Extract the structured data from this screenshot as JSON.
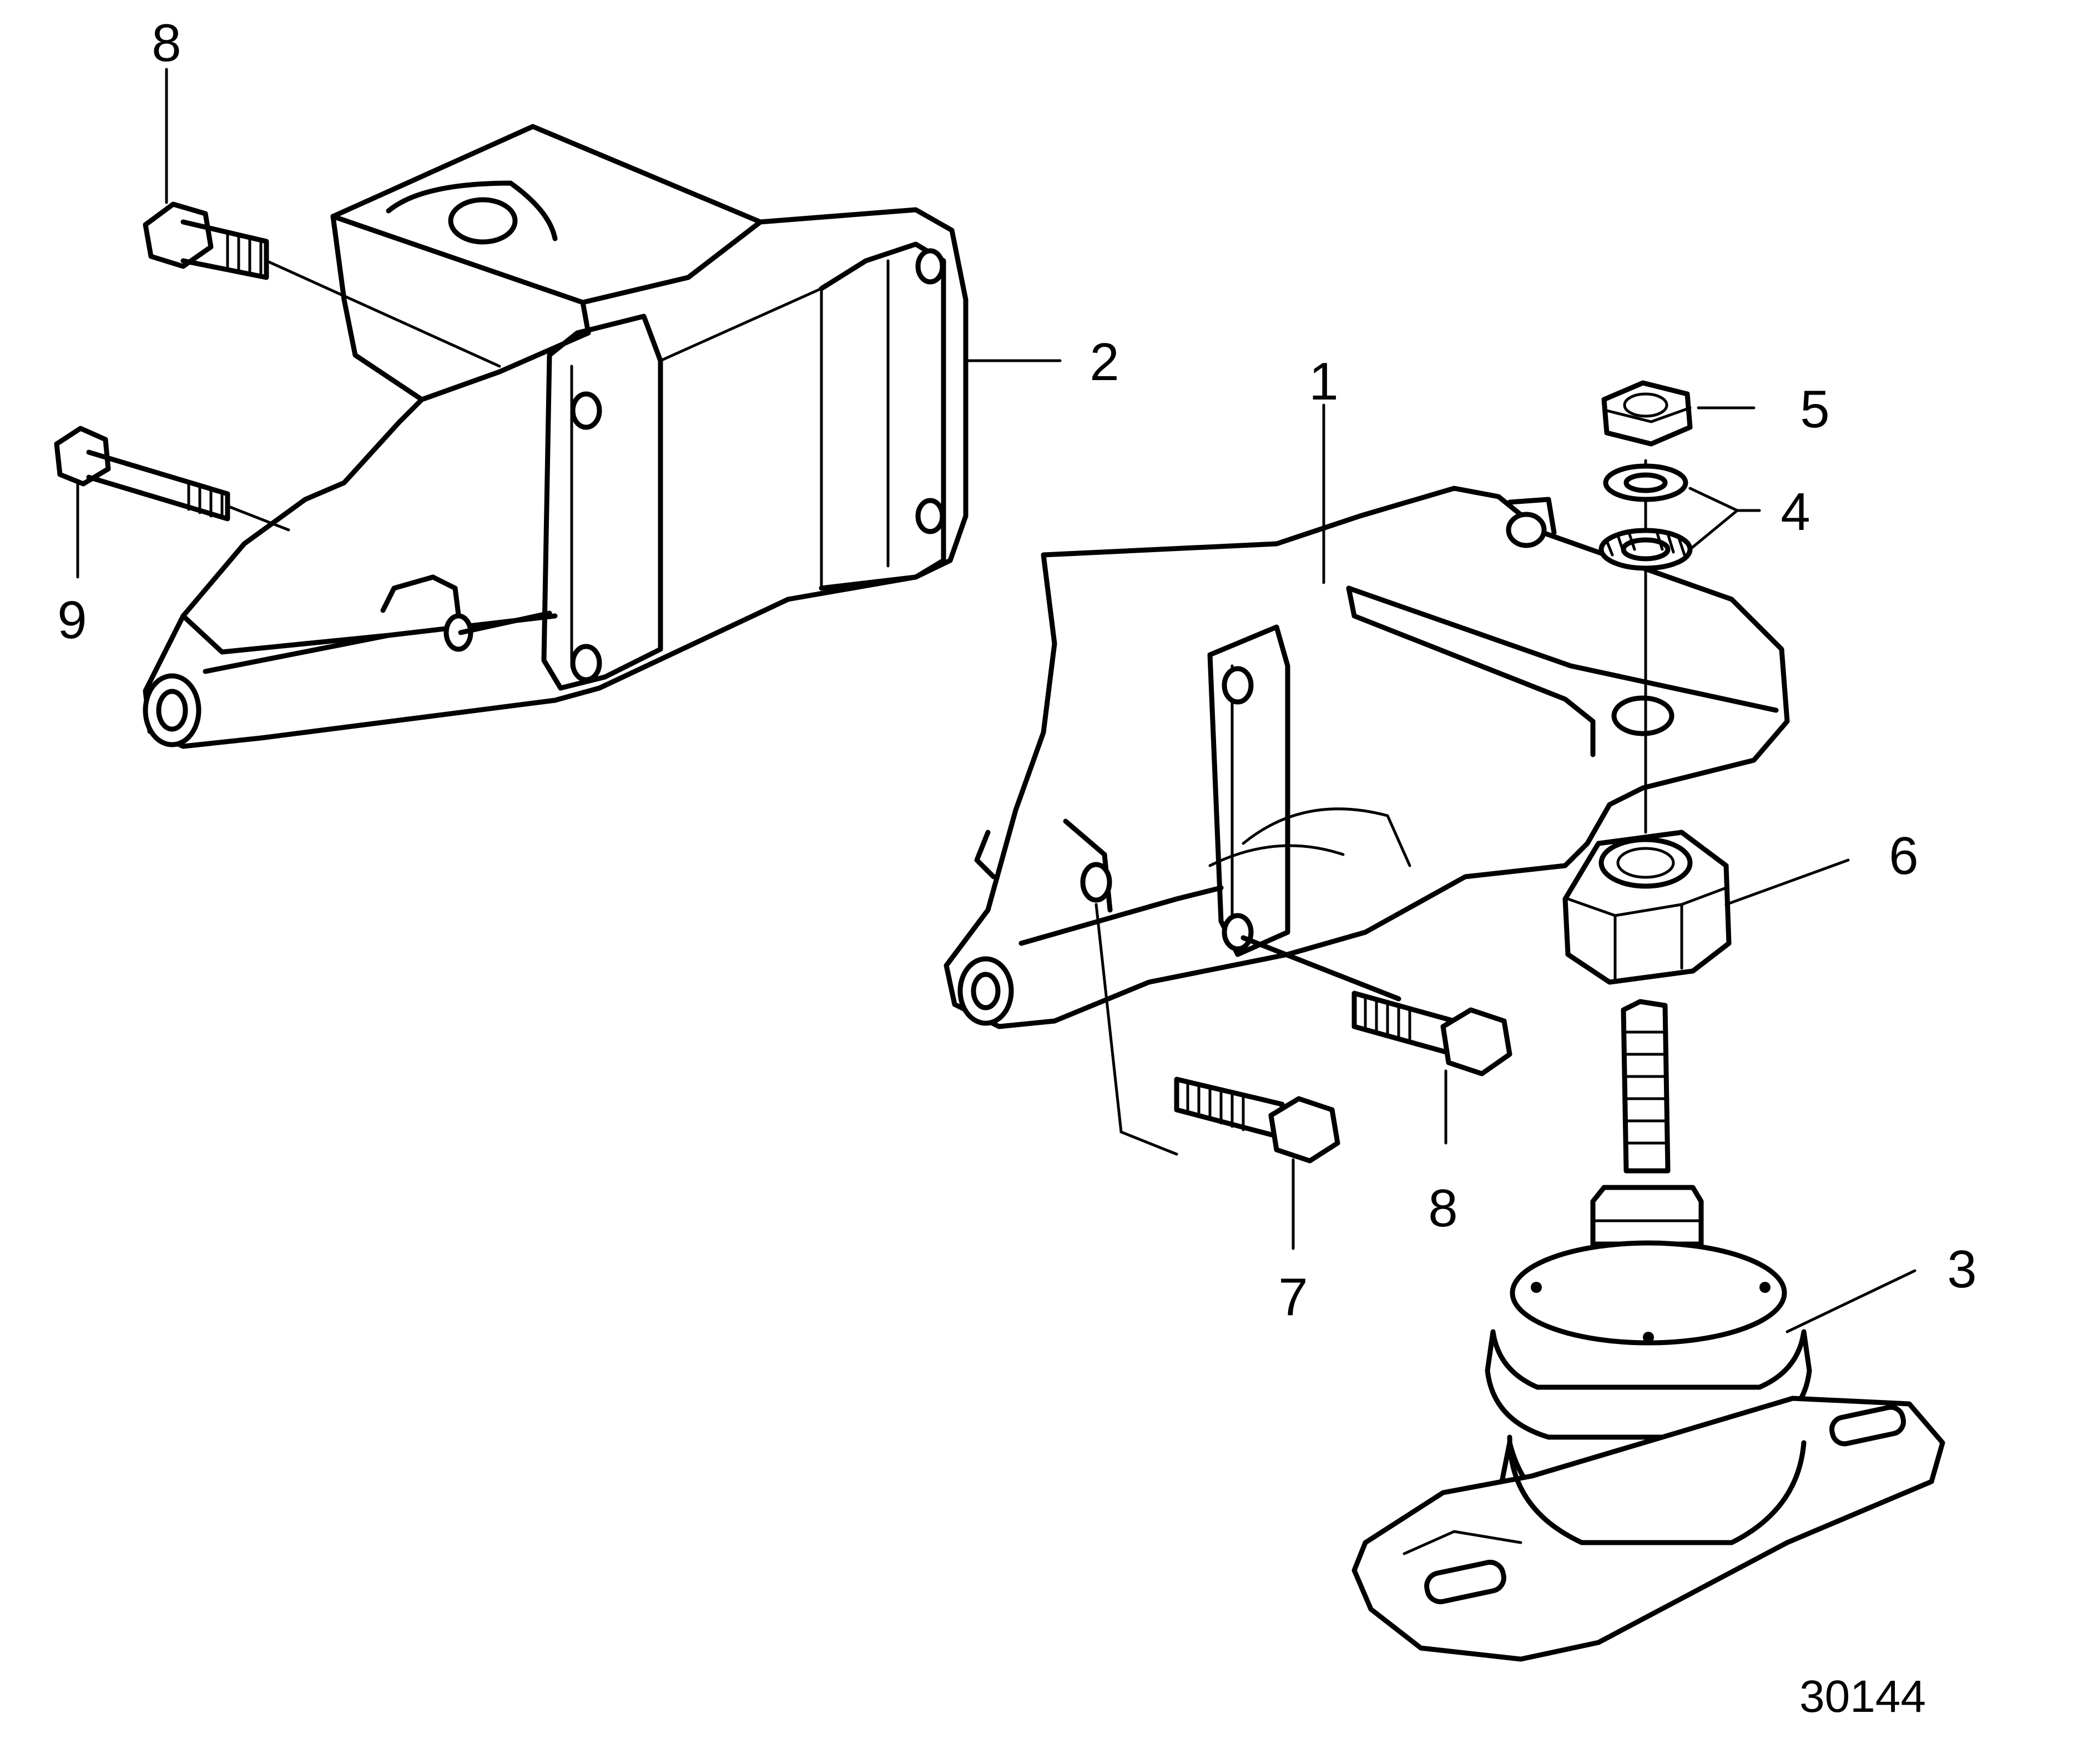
{
  "figure_id": "30144",
  "callouts": {
    "c1": "1",
    "c2": "2",
    "c3": "3",
    "c4": "4",
    "c5": "5",
    "c6": "6",
    "c7": "7",
    "c8a": "8",
    "c8b": "8",
    "c9": "9"
  },
  "colors": {
    "ink": "#000000",
    "paper": "#ffffff"
  }
}
